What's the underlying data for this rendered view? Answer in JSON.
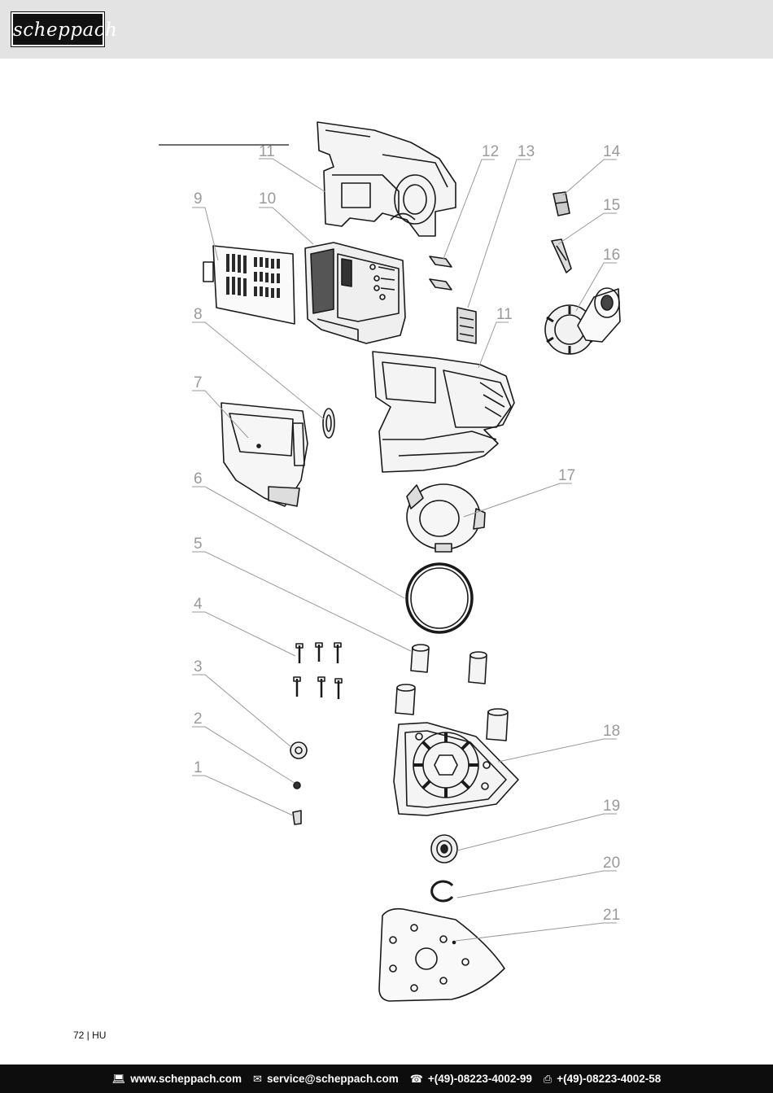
{
  "header": {
    "brand": "scheppach",
    "brand_color": "#111111",
    "bar_color": "#e3e3e3"
  },
  "diagram": {
    "callouts": [
      "1",
      "2",
      "3",
      "4",
      "5",
      "6",
      "7",
      "8",
      "9",
      "10",
      "11",
      "11",
      "12",
      "13",
      "14",
      "15",
      "16",
      "17",
      "18",
      "19",
      "20",
      "21"
    ]
  },
  "page": {
    "number_label": "72 | HU"
  },
  "footer": {
    "web_icon": "laptop-icon",
    "web": "www.scheppach.com",
    "mail_icon": "mail-icon",
    "mail": "service@scheppach.com",
    "phone_icon": "phone-icon",
    "phone": "+(49)-08223-4002-99",
    "fax_icon": "fax-icon",
    "fax": "+(49)-08223-4002-58"
  }
}
